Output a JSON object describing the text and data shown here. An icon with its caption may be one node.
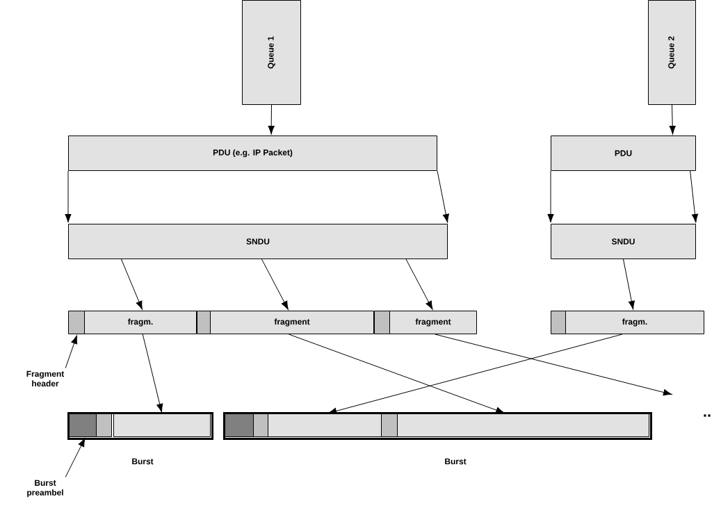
{
  "diagram": {
    "nodes": [
      {
        "text": [
          "Queue 1"
        ]
      },
      {
        "text": [
          "Queue 2"
        ]
      },
      {
        "text": [
          "PDU (e.g. IP Packet)"
        ]
      },
      {
        "text": [
          "PDU"
        ]
      },
      {
        "text": [
          "SNDU"
        ]
      },
      {
        "text": [
          "SNDU"
        ]
      },
      {
        "text": [],
        "shape": "box"
      },
      {
        "text": [
          "fragm."
        ]
      },
      {
        "text": [],
        "shape": "box"
      },
      {
        "text": [
          "fragment"
        ]
      },
      {
        "text": [],
        "shape": "box"
      },
      {
        "text": [
          "fragment"
        ]
      },
      {
        "text": [],
        "shape": "box"
      },
      {
        "text": [
          "fragm."
        ]
      },
      {
        "text": [],
        "shape": "bar",
        "beside": [
          "Burst"
        ]
      },
      {
        "text": [],
        "shape": "box",
        "in": 14
      },
      {
        "text": [],
        "shape": "box",
        "in": 14
      },
      {
        "text": [],
        "shape": "box",
        "in": 14
      },
      {
        "text": [],
        "shape": "bar",
        "beside": [
          "Burst"
        ]
      },
      {
        "text": [],
        "shape": "box",
        "in": 18
      },
      {
        "text": [],
        "shape": "box",
        "in": 18
      },
      {
        "text": [],
        "shape": "box",
        "in": 18
      },
      {
        "text": [],
        "shape": "box",
        "in": 18
      },
      {
        "text": [],
        "shape": "box",
        "in": 18
      },
      {
        "text": [
          "Fragment header"
        ]
      },
      {
        "text": [
          "Burst preambel"
        ]
      }
    ],
    "edges": [
      {
        "from": 0,
        "to": 2,
        "arrow": "to"
      },
      {
        "from": 1,
        "to": 3,
        "arrow": "to"
      },
      {
        "from": 2,
        "to": 4,
        "arrow": "to"
      },
      {
        "from": 2,
        "to": 4,
        "arrow": "to"
      },
      {
        "from": 3,
        "to": 5,
        "arrow": "to"
      },
      {
        "from": 3,
        "to": 5,
        "arrow": "to"
      },
      {
        "from": 4,
        "to": 7,
        "arrow": "to"
      },
      {
        "from": 4,
        "to": 9,
        "arrow": "to"
      },
      {
        "from": 4,
        "to": 11,
        "arrow": "to"
      },
      {
        "from": 5,
        "to": 13,
        "arrow": "to"
      },
      {
        "from": 7,
        "to": 17,
        "arrow": "to"
      },
      {
        "from": 9,
        "to": 23,
        "arrow": "to"
      },
      {
        "from": 13,
        "to": 21,
        "arrow": "to"
      },
      {
        "from": 11,
        "to": null,
        "arrow": "to"
      },
      {
        "from": 24,
        "to": 6,
        "arrow": "to"
      },
      {
        "from": 25,
        "to": 15,
        "arrow": "to"
      }
    ],
    "labels": [
      ".."
    ]
  }
}
